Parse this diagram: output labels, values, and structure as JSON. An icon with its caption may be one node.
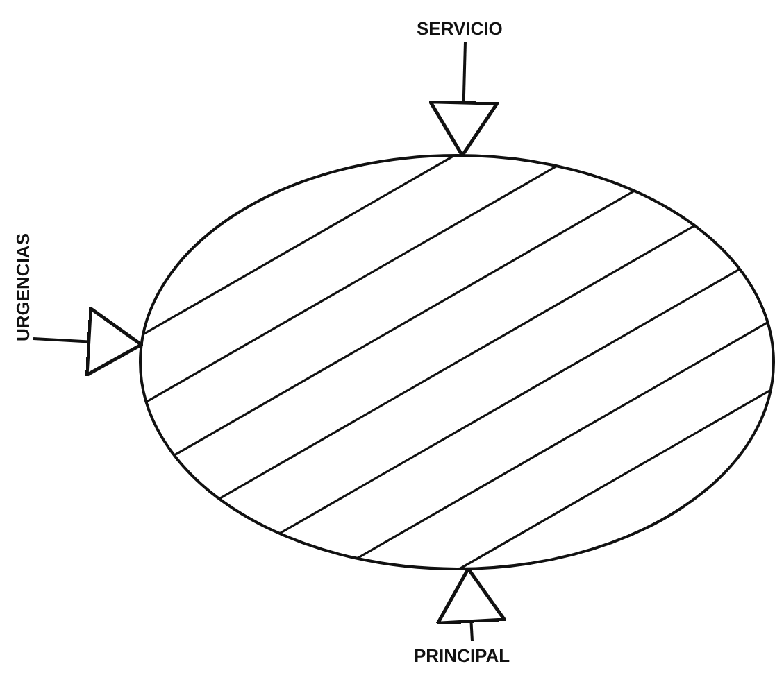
{
  "diagram": {
    "nodes": [
      {
        "text": [
          "SERVICIO"
        ]
      },
      {
        "text": [
          "URGENCIAS"
        ]
      },
      {
        "text": [
          "PRINCIPAL"
        ]
      },
      {
        "text": [],
        "shape": "ellipse"
      }
    ],
    "edges": [
      {
        "from": 0,
        "to": 3,
        "arrow": "to"
      },
      {
        "from": 1,
        "to": 3,
        "arrow": "to"
      },
      {
        "from": 2,
        "to": 3,
        "arrow": "to"
      }
    ]
  }
}
